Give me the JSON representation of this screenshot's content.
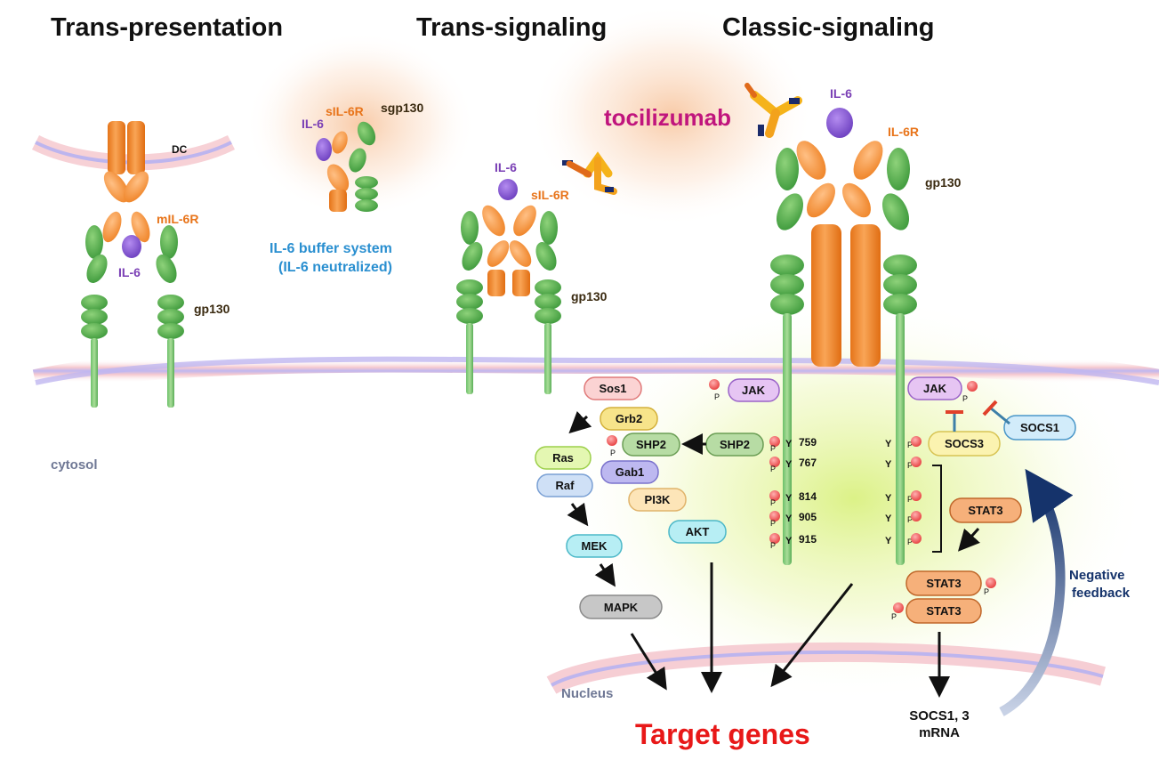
{
  "headers": {
    "trans_presentation": "Trans-presentation",
    "trans_signaling": "Trans-signaling",
    "classic_signaling": "Classic-signaling"
  },
  "labels": {
    "dc": "DC",
    "mil6r": "mIL-6R",
    "il6": "IL-6",
    "gp130": "gp130",
    "sil6r": "sIL-6R",
    "sgp130": "sgp130",
    "il6r": "IL-6R",
    "tocilizumab": "tocilizumab",
    "buffer_line1": "IL-6 buffer system",
    "buffer_line2": "(IL-6 neutralized)",
    "cytosol": "cytosol",
    "nucleus": "Nucleus",
    "target_genes": "Target genes",
    "socs_mrna_line1": "SOCS1, 3",
    "socs_mrna_line2": "mRNA",
    "negative_feedback_line1": "Negative",
    "negative_feedback_line2": "feedback",
    "p": "P",
    "y": "Y"
  },
  "signaling_nodes": {
    "jak": "JAK",
    "sos1": "Sos1",
    "grb2": "Grb2",
    "shp2": "SHP2",
    "gab1": "Gab1",
    "pi3k": "PI3K",
    "akt": "AKT",
    "ras": "Ras",
    "raf": "Raf",
    "mek": "MEK",
    "mapk": "MAPK",
    "socs1": "SOCS1",
    "socs3": "SOCS3",
    "stat3": "STAT3"
  },
  "gp130_residues": [
    "759",
    "767",
    "814",
    "905",
    "915"
  ],
  "colors": {
    "receptor_orange": "#f28a2e",
    "gp130_green": "#4caf50",
    "il6_purple": "#8e5bd6",
    "membrane_pink": "#f4c2c8",
    "membrane_lavender": "#b9b2ee",
    "tocilizumab_magenta": "#c0157d",
    "buffer_blue": "#2a8fd0",
    "target_red": "#e81818",
    "feedback_navy": "#15336b"
  }
}
